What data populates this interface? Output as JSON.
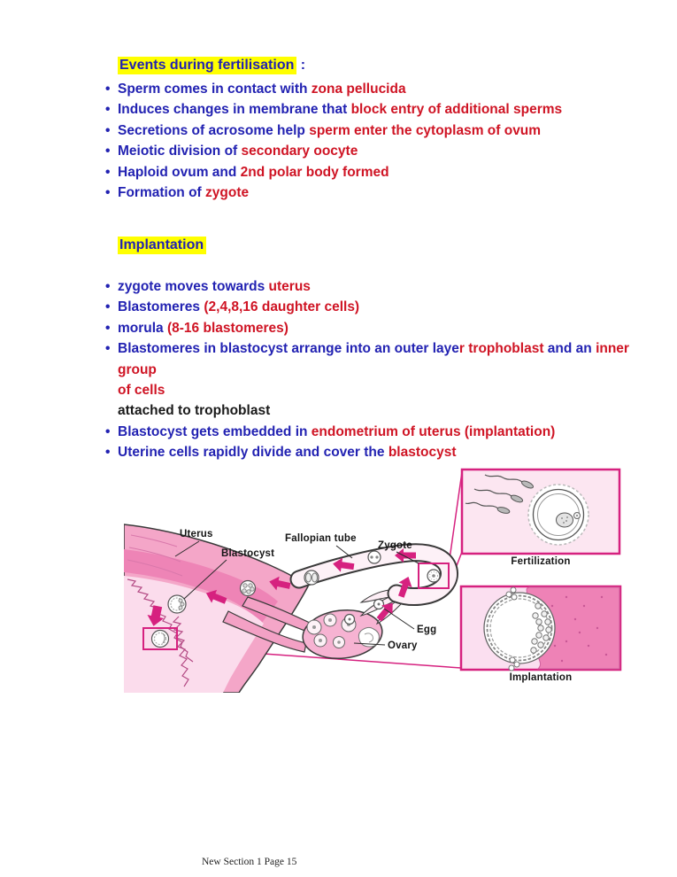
{
  "colors": {
    "text_blue": "#2222b2",
    "text_red": "#cf1424",
    "highlight_yellow": "#ffff00",
    "callout_magenta": "#d6217f",
    "diagram_pink": "#f4a6c8"
  },
  "sections": [
    {
      "heading": "Events during fertilisation",
      "suffix": " :",
      "bullets": [
        [
          {
            "t": "Sperm comes in contact with ",
            "c": "blue"
          },
          {
            "t": "zona pellucida",
            "c": "red"
          }
        ],
        [
          {
            "t": "Induces changes in membrane that ",
            "c": "blue"
          },
          {
            "t": "block entry of additional sperms",
            "c": "red"
          }
        ],
        [
          {
            "t": "Secretions of acrosome help ",
            "c": "blue"
          },
          {
            "t": "sperm enter the cytoplasm of ovum",
            "c": "red"
          }
        ],
        [
          {
            "t": "Meiotic division of ",
            "c": "blue"
          },
          {
            "t": "secondary oocyte",
            "c": "red"
          }
        ],
        [
          {
            "t": "Haploid ovum and ",
            "c": "blue"
          },
          {
            "t": "2nd polar body formed",
            "c": "red"
          }
        ],
        [
          {
            "t": "Formation of ",
            "c": "blue"
          },
          {
            "t": "zygote",
            "c": "red"
          }
        ]
      ]
    },
    {
      "heading": "Implantation",
      "suffix": "",
      "bullets": [
        [
          {
            "t": "zygote moves towards ",
            "c": "blue"
          },
          {
            "t": "uterus",
            "c": "red"
          }
        ],
        [
          {
            "t": "Blastomeres ",
            "c": "blue"
          },
          {
            "t": "(2,4,8,16 daughter cells)",
            "c": "red"
          }
        ],
        [
          {
            "t": "morula ",
            "c": "blue"
          },
          {
            "t": "(8-16 blastomeres)",
            "c": "red"
          }
        ],
        [
          {
            "t": "Blastomeres in blastocyst arrange into an outer laye",
            "c": "blue"
          },
          {
            "t": "r trophoblast ",
            "c": "red"
          },
          {
            "t": "and an ",
            "c": "blue"
          },
          {
            "t": "inner group",
            "c": "red"
          },
          {
            "br": true
          },
          {
            "t": "of cells",
            "c": "red"
          },
          {
            "br": true
          },
          {
            "t": "attached to trophoblast",
            "c": "black"
          }
        ],
        [
          {
            "t": "Blastocyst gets embedded in ",
            "c": "blue"
          },
          {
            "t": "endometrium of uterus (implantation)",
            "c": "red"
          }
        ],
        [
          {
            "t": "Uterine cells rapidly divide and cover the ",
            "c": "blue"
          },
          {
            "t": "blastocyst",
            "c": "red"
          }
        ]
      ]
    }
  ],
  "diagram": {
    "labels": {
      "uterus": "Uterus",
      "blastocyst": "Blastocyst",
      "fallopian_tube": "Fallopian tube",
      "zygote": "Zygote",
      "egg": "Egg",
      "ovary": "Ovary"
    },
    "insets": {
      "fertilization": "Fertilization",
      "implantation": "Implantation"
    }
  },
  "footer": "New Section 1 Page 15"
}
